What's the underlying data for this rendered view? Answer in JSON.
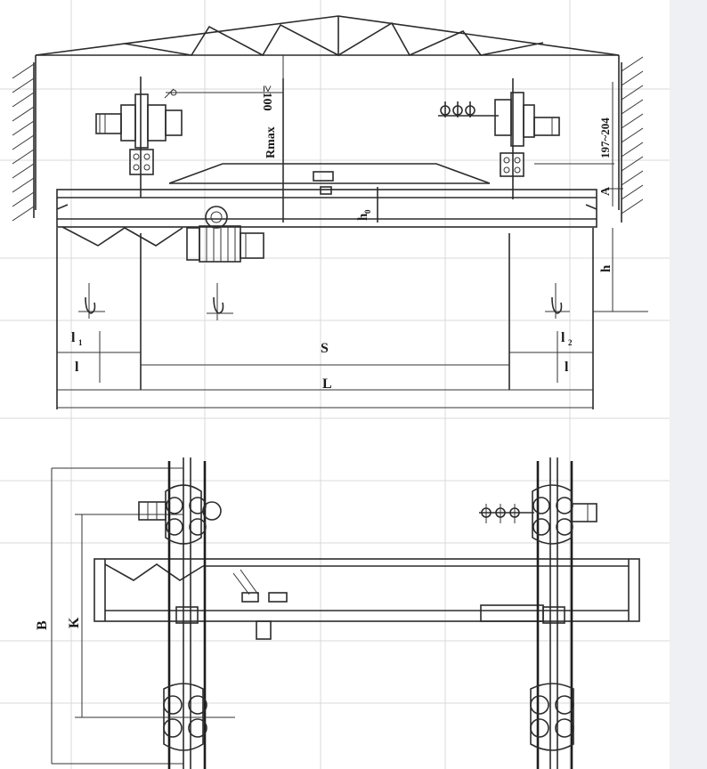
{
  "labels": {
    "clearance_top": "≥100",
    "r_max": "Rmax",
    "range_a": "197~204",
    "a": "A",
    "h0": "h",
    "h0_sub": "0",
    "h": "h",
    "l1": "l",
    "l1_sub": "1",
    "l2": "l",
    "l2_sub": "2",
    "l_left": "l",
    "l_right": "l",
    "s": "S",
    "span": "L",
    "b": "B",
    "k": "K"
  }
}
